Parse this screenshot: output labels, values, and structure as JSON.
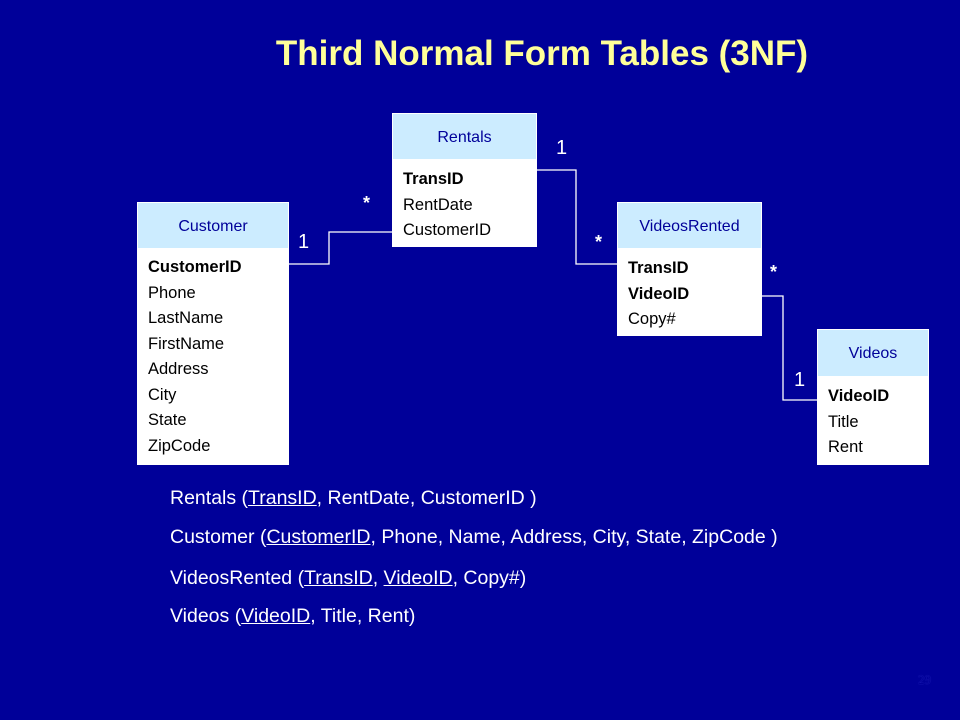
{
  "title": "Third Normal Form Tables (3NF)",
  "tables": {
    "rentals": {
      "name": "Rentals",
      "fields": [
        "TransID",
        "RentDate",
        "CustomerID"
      ],
      "key_fields": [
        "TransID"
      ]
    },
    "customer": {
      "name": "Customer",
      "fields": [
        "CustomerID",
        "Phone",
        "LastName",
        "FirstName",
        "Address",
        "City",
        "State",
        "ZipCode"
      ],
      "key_fields": [
        "CustomerID"
      ]
    },
    "videosrented": {
      "name": "VideosRented",
      "fields": [
        "TransID",
        "VideoID",
        "Copy#"
      ],
      "key_fields": [
        "TransID",
        "VideoID"
      ]
    },
    "videos": {
      "name": "Videos",
      "fields": [
        "VideoID",
        "Title",
        "Rent"
      ],
      "key_fields": [
        "VideoID"
      ]
    }
  },
  "cardinalities": {
    "customer_rentals_one": "1",
    "customer_rentals_many": "*",
    "rentals_videosrented_one": "1",
    "rentals_videosrented_many": "*",
    "videosrented_videos_many": "*",
    "videosrented_videos_one": "1"
  },
  "schema_lines": {
    "rentals": {
      "name": "Rentals",
      "key": "TransID",
      "rest": ", RentDate, CustomerID )"
    },
    "customer": {
      "name": "Customer",
      "key": "CustomerID",
      "rest": ", Phone, Name, Address, City, State, ZipCode )"
    },
    "videosrented": {
      "name": "VideosRented",
      "key1": "TransID",
      "key2": "VideoID",
      "rest": ", Copy#)"
    },
    "videos": {
      "name": "Videos",
      "key": "VideoID",
      "rest": ", Title, Rent)"
    }
  },
  "page_number": "29",
  "colors": {
    "background": "#000099",
    "title": "#ffff99",
    "table_header": "#ccecff",
    "table_body": "#ffffff"
  }
}
